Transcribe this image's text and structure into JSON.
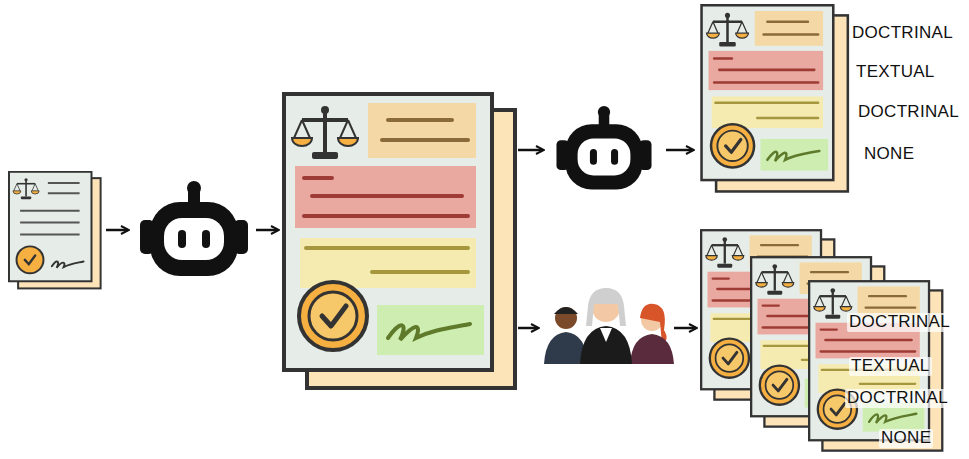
{
  "diagram": {
    "labels": [
      "DOCTRINAL",
      "TEXTUAL",
      "DOCTRINAL",
      "NONE",
      "DOCTRINAL",
      "TEXTUAL",
      "DOCTRINAL",
      "NONE"
    ]
  }
}
